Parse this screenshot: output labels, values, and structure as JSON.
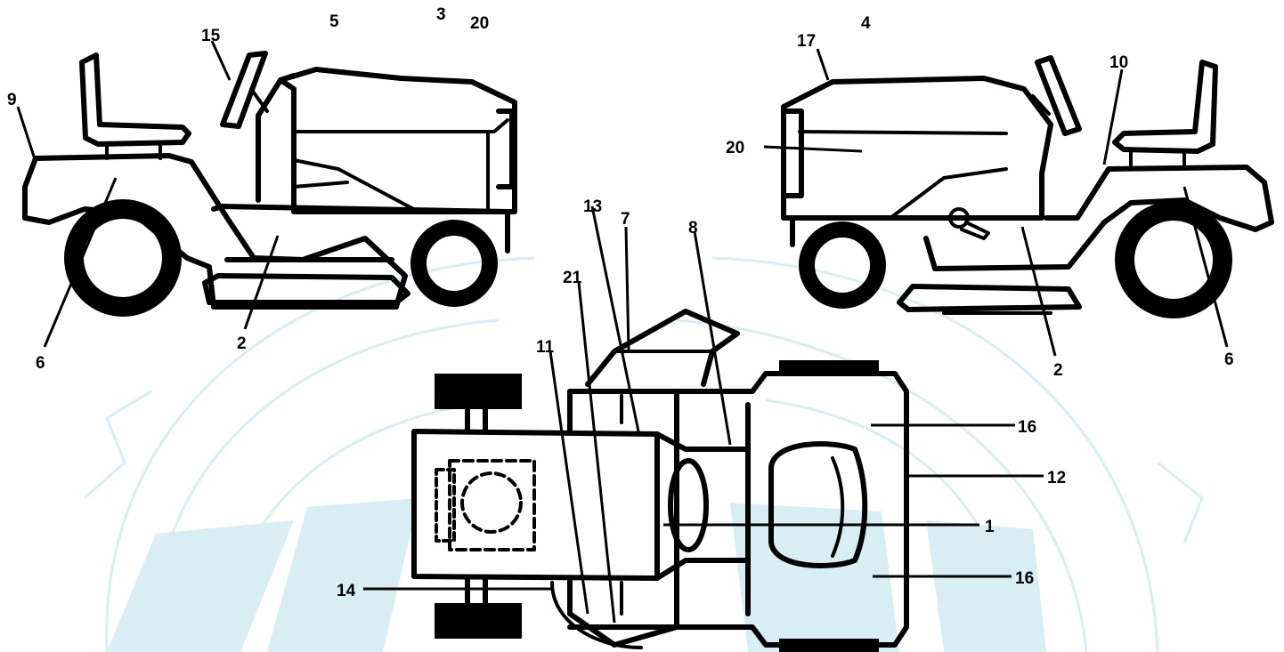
{
  "labels": {
    "l9": "9",
    "l15": "15",
    "l5a": "5",
    "l3": "3",
    "l20a": "20",
    "l6a": "6",
    "l2a": "2",
    "l17": "17",
    "l4": "4",
    "l10": "10",
    "l20b": "20",
    "l2b": "2",
    "l6b": "6",
    "l13": "13",
    "l7": "7",
    "l8": "8",
    "l21": "21",
    "l11": "11",
    "l16a": "16",
    "l12": "12",
    "l1": "1",
    "l16b": "16",
    "l14": "14"
  },
  "colors": {
    "ink": "#000000",
    "watermark": "#d7eef5",
    "background": "#ffffff"
  }
}
